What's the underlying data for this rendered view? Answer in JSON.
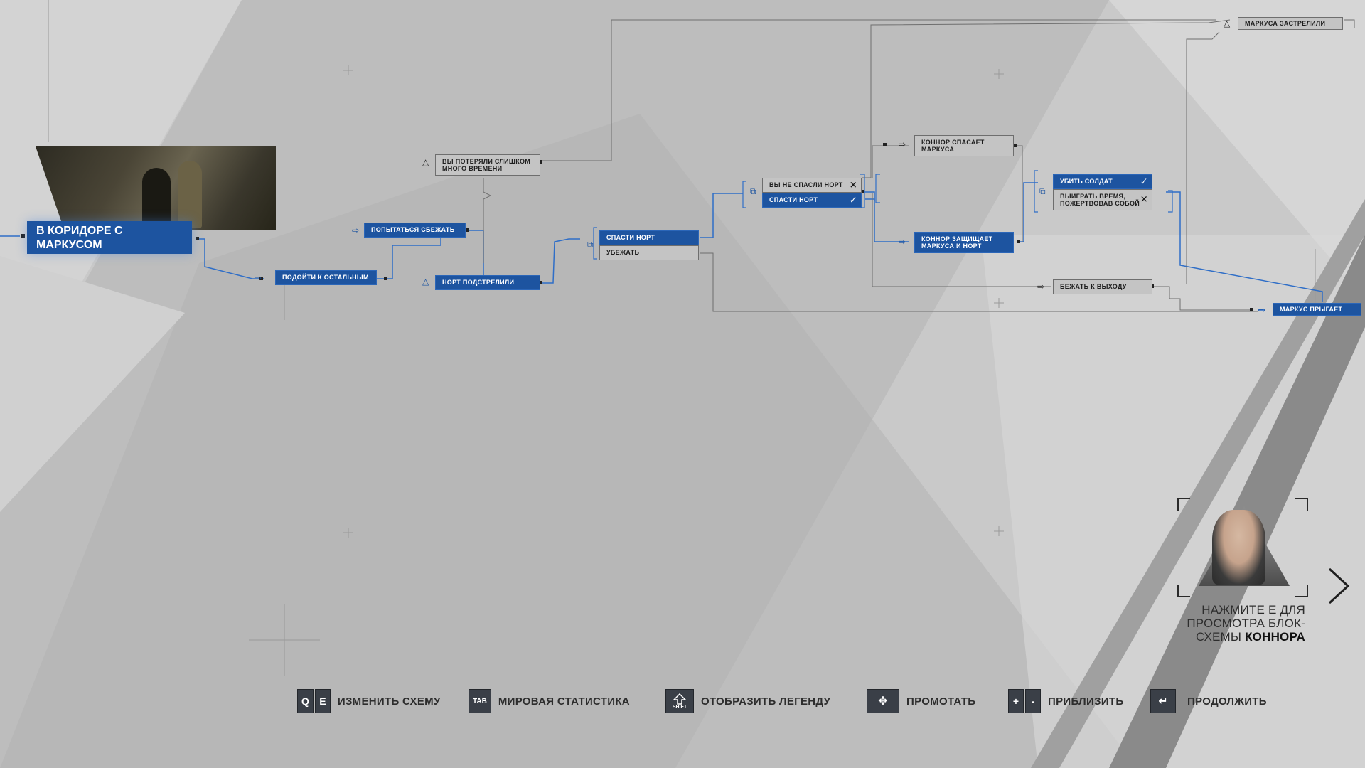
{
  "flowchart": {
    "start": {
      "label": "В КОРИДОРЕ С МАРКУСОМ"
    },
    "nodes": [
      {
        "id": "podoyti",
        "label": "ПОДОЙТИ К ОСТАЛЬНЫМ",
        "state": "taken",
        "icon": "arrow-right-icon"
      },
      {
        "id": "sbezhat",
        "label": "ПОПЫТАТЬСЯ СБЕЖАТЬ",
        "state": "taken",
        "icon": "arrow-right-icon"
      },
      {
        "id": "poteryali",
        "label": "ВЫ ПОТЕРЯЛИ СЛИШКОМ МНОГО ВРЕМЕНИ",
        "state": "locked",
        "icon": "triangle-icon"
      },
      {
        "id": "nort-podstrelili",
        "label": "НОРТ ПОДСТРЕЛИЛИ",
        "state": "taken",
        "icon": "triangle-icon"
      },
      {
        "id": "spasti-nort-1",
        "label": "СПАСТИ НОРТ",
        "state": "taken",
        "icon": "choice-icon"
      },
      {
        "id": "ubezhat",
        "label": "УБЕЖАТЬ",
        "state": "locked"
      },
      {
        "id": "ne-spasli",
        "label": "ВЫ НЕ СПАСЛИ НОРТ",
        "state": "failed",
        "mark": "✕"
      },
      {
        "id": "spasti-nort-2",
        "label": "СПАСТИ НОРТ",
        "state": "taken",
        "mark": "✓"
      },
      {
        "id": "konnor-spasaet",
        "label": "КОННОР СПАСАЕТ МАРКУСА",
        "state": "locked",
        "icon": "arrow-right-icon"
      },
      {
        "id": "konnor-zashchishchaet",
        "label": "КОННОР ЗАЩИЩАЕТ МАРКУСА И НОРТ",
        "state": "taken",
        "icon": "arrow-right-icon"
      },
      {
        "id": "ubit-soldat",
        "label": "УБИТЬ СОЛДАТ",
        "state": "taken",
        "mark": "✓"
      },
      {
        "id": "vyigrat-vremya",
        "label": "ВЫИГРАТЬ ВРЕМЯ, ПОЖЕРТВОВАВ СОБОЙ",
        "state": "failed",
        "mark": "✕"
      },
      {
        "id": "bezhat-k-vyhodu",
        "label": "БЕЖАТЬ К ВЫХОДУ",
        "state": "locked",
        "icon": "arrow-right-icon"
      },
      {
        "id": "markusa-zastrelili",
        "label": "МАРКУСА ЗАСТРЕЛИЛИ",
        "state": "locked",
        "icon": "triangle-icon"
      },
      {
        "id": "markus-prygaet",
        "label": "МАРКУС ПРЫГАЕТ",
        "state": "taken",
        "icon": "arrow-right-icon"
      }
    ]
  },
  "character": {
    "prompt_prefix": "НАЖМИТЕ E ДЛЯ ПРОСМОТРА БЛОК-СХЕМЫ",
    "prompt_name": "КОННОРА"
  },
  "controls": [
    {
      "keys": [
        "Q",
        "E"
      ],
      "label": "ИЗМЕНИТЬ СХЕМУ"
    },
    {
      "keys": [
        "TAB"
      ],
      "label": "МИРОВАЯ СТАТИСТИКА"
    },
    {
      "keys": [
        "SHIFT"
      ],
      "label": "ОТОБРАЗИТЬ ЛЕГЕНДУ"
    },
    {
      "keys": [
        "move-icon"
      ],
      "label": "ПРОМОТАТЬ"
    },
    {
      "keys": [
        "+",
        "-"
      ],
      "label": "ПРИБЛИЗИТЬ"
    },
    {
      "keys": [
        "enter-icon"
      ],
      "label": "ПРОДОЛЖИТЬ"
    }
  ],
  "colors": {
    "taken": "#1d54a0",
    "locked": "#c4c4c4",
    "line_taken": "#2f6ec7",
    "line_locked": "#6e6e6e",
    "background": "#c9c9c9"
  }
}
